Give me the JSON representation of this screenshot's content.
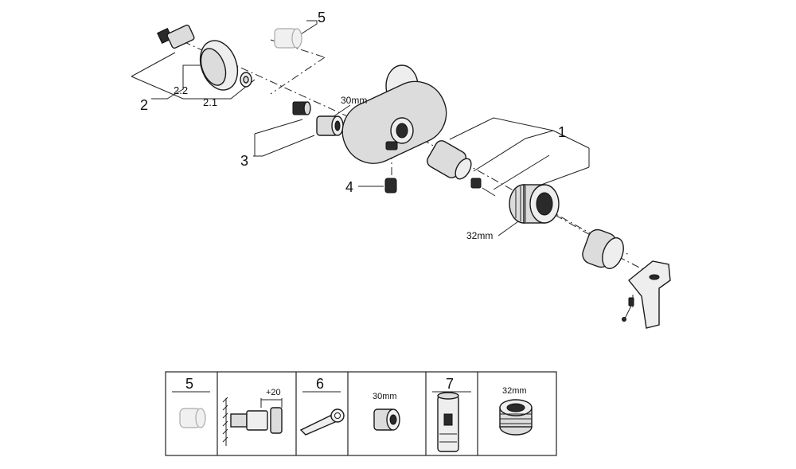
{
  "callouts": {
    "part_1": "1",
    "part_2": "2",
    "part_2_1": "2.1",
    "part_2_2": "2.2",
    "part_3": "3",
    "part_4": "4",
    "part_5": "5",
    "wrench_30": "30mm",
    "wrench_32": "32mm"
  },
  "table": {
    "col_5": "5",
    "col_6": "6",
    "col_7": "7",
    "extension": "+20",
    "wrench_30": "30mm",
    "wrench_32": "32mm"
  }
}
